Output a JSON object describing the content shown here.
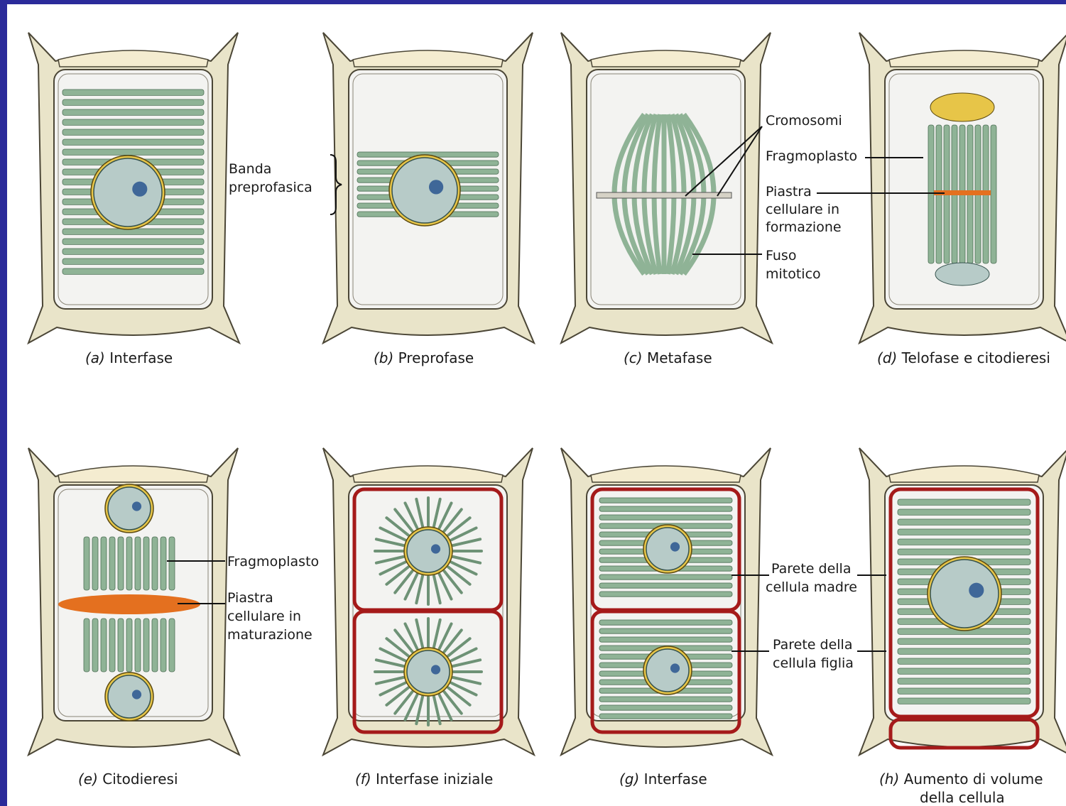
{
  "colors": {
    "background_border": "#2b2b9a",
    "cell_wall": "#e9e4c9",
    "cytoplasm": "#f3f3f1",
    "microtubule": "#8fb396",
    "nucleus": "#b7cbc8",
    "nuclear_rim": "#e7c548",
    "nucleolus": "#3f6798",
    "new_wall": "#a51a1a",
    "cell_plate": "#e4701f"
  },
  "panels": [
    {
      "id": "a",
      "letter": "(a)",
      "title": "Interfase"
    },
    {
      "id": "b",
      "letter": "(b)",
      "title": "Preprofase"
    },
    {
      "id": "c",
      "letter": "(c)",
      "title": "Metafase"
    },
    {
      "id": "d",
      "letter": "(d)",
      "title": "Telofase e citodieresi"
    },
    {
      "id": "e",
      "letter": "(e)",
      "title": "Citodieresi"
    },
    {
      "id": "f",
      "letter": "(f)",
      "title": "Interfase iniziale"
    },
    {
      "id": "g",
      "letter": "(g)",
      "title": "Interfase"
    },
    {
      "id": "h",
      "letter": "(h)",
      "title": "Aumento di volume",
      "title2": "della cellula"
    }
  ],
  "labels": {
    "banda": [
      "Banda",
      "preprofasica"
    ],
    "cromosomi": "Cromosomi",
    "fragmoplasto_top": "Fragmoplasto",
    "piastra_formazione": [
      "Piastra",
      "cellulare in",
      "formazione"
    ],
    "fuso": [
      "Fuso",
      "mitotico"
    ],
    "fragmoplasto_bottom": "Fragmoplasto",
    "piastra_maturazione": [
      "Piastra",
      "cellulare in",
      "maturazione"
    ],
    "parete_madre": [
      "Parete della",
      "cellula madre"
    ],
    "parete_figlia": [
      "Parete della",
      "cellula figlia"
    ]
  }
}
